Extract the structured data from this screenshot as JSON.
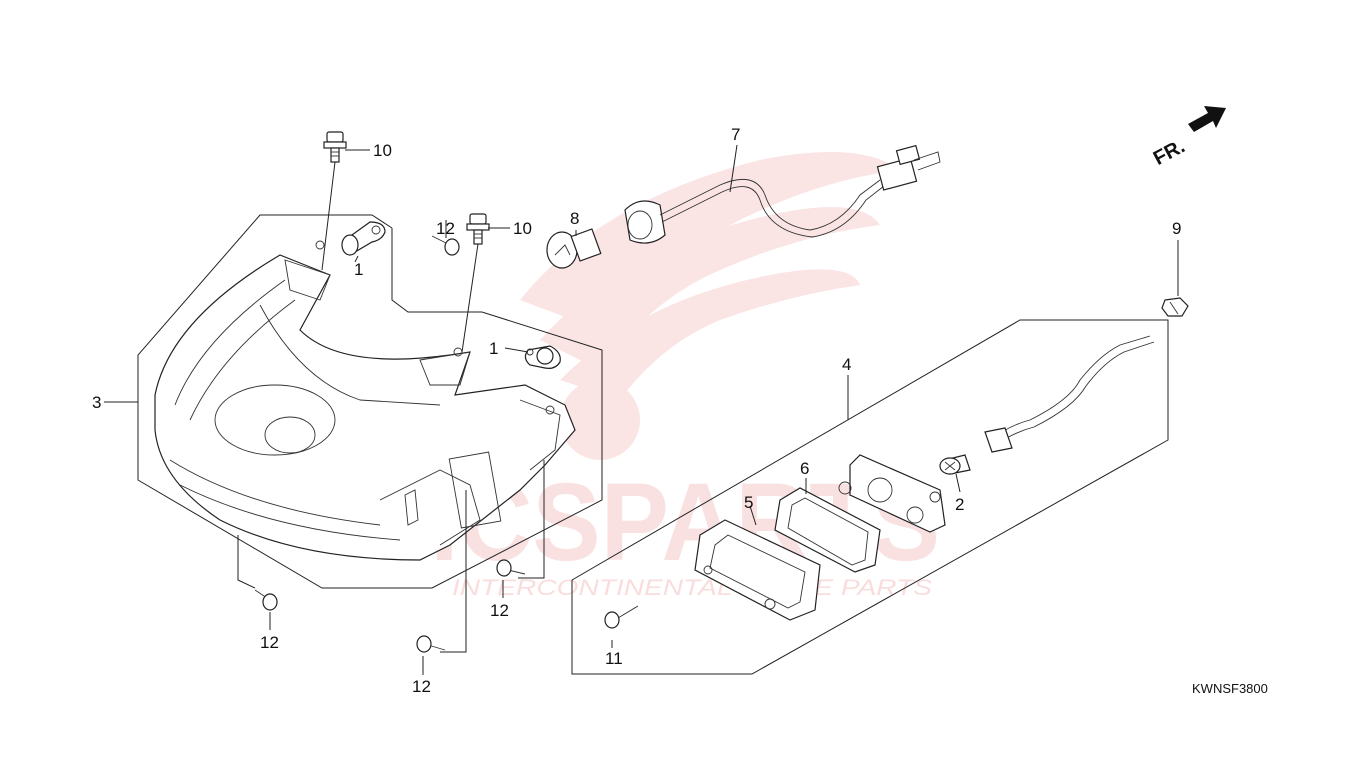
{
  "diagram": {
    "callouts": [
      {
        "id": "c1a",
        "label": "1"
      },
      {
        "id": "c1b",
        "label": "1"
      },
      {
        "id": "c2",
        "label": "2"
      },
      {
        "id": "c3",
        "label": "3"
      },
      {
        "id": "c4",
        "label": "4"
      },
      {
        "id": "c5",
        "label": "5"
      },
      {
        "id": "c6",
        "label": "6"
      },
      {
        "id": "c7",
        "label": "7"
      },
      {
        "id": "c8",
        "label": "8"
      },
      {
        "id": "c9",
        "label": "9"
      },
      {
        "id": "c10a",
        "label": "10"
      },
      {
        "id": "c10b",
        "label": "10"
      },
      {
        "id": "c11",
        "label": "11"
      },
      {
        "id": "c12a",
        "label": "12"
      },
      {
        "id": "c12b",
        "label": "12"
      },
      {
        "id": "c12c",
        "label": "12"
      },
      {
        "id": "c12d",
        "label": "12"
      }
    ],
    "front_indicator": "FR.",
    "diagram_code": "KWNSF3800"
  },
  "watermark": {
    "brand": "ICSPARTS",
    "tagline": "INTERCONTINENTAL SPARE PARTS",
    "color": "#e24a4a"
  }
}
